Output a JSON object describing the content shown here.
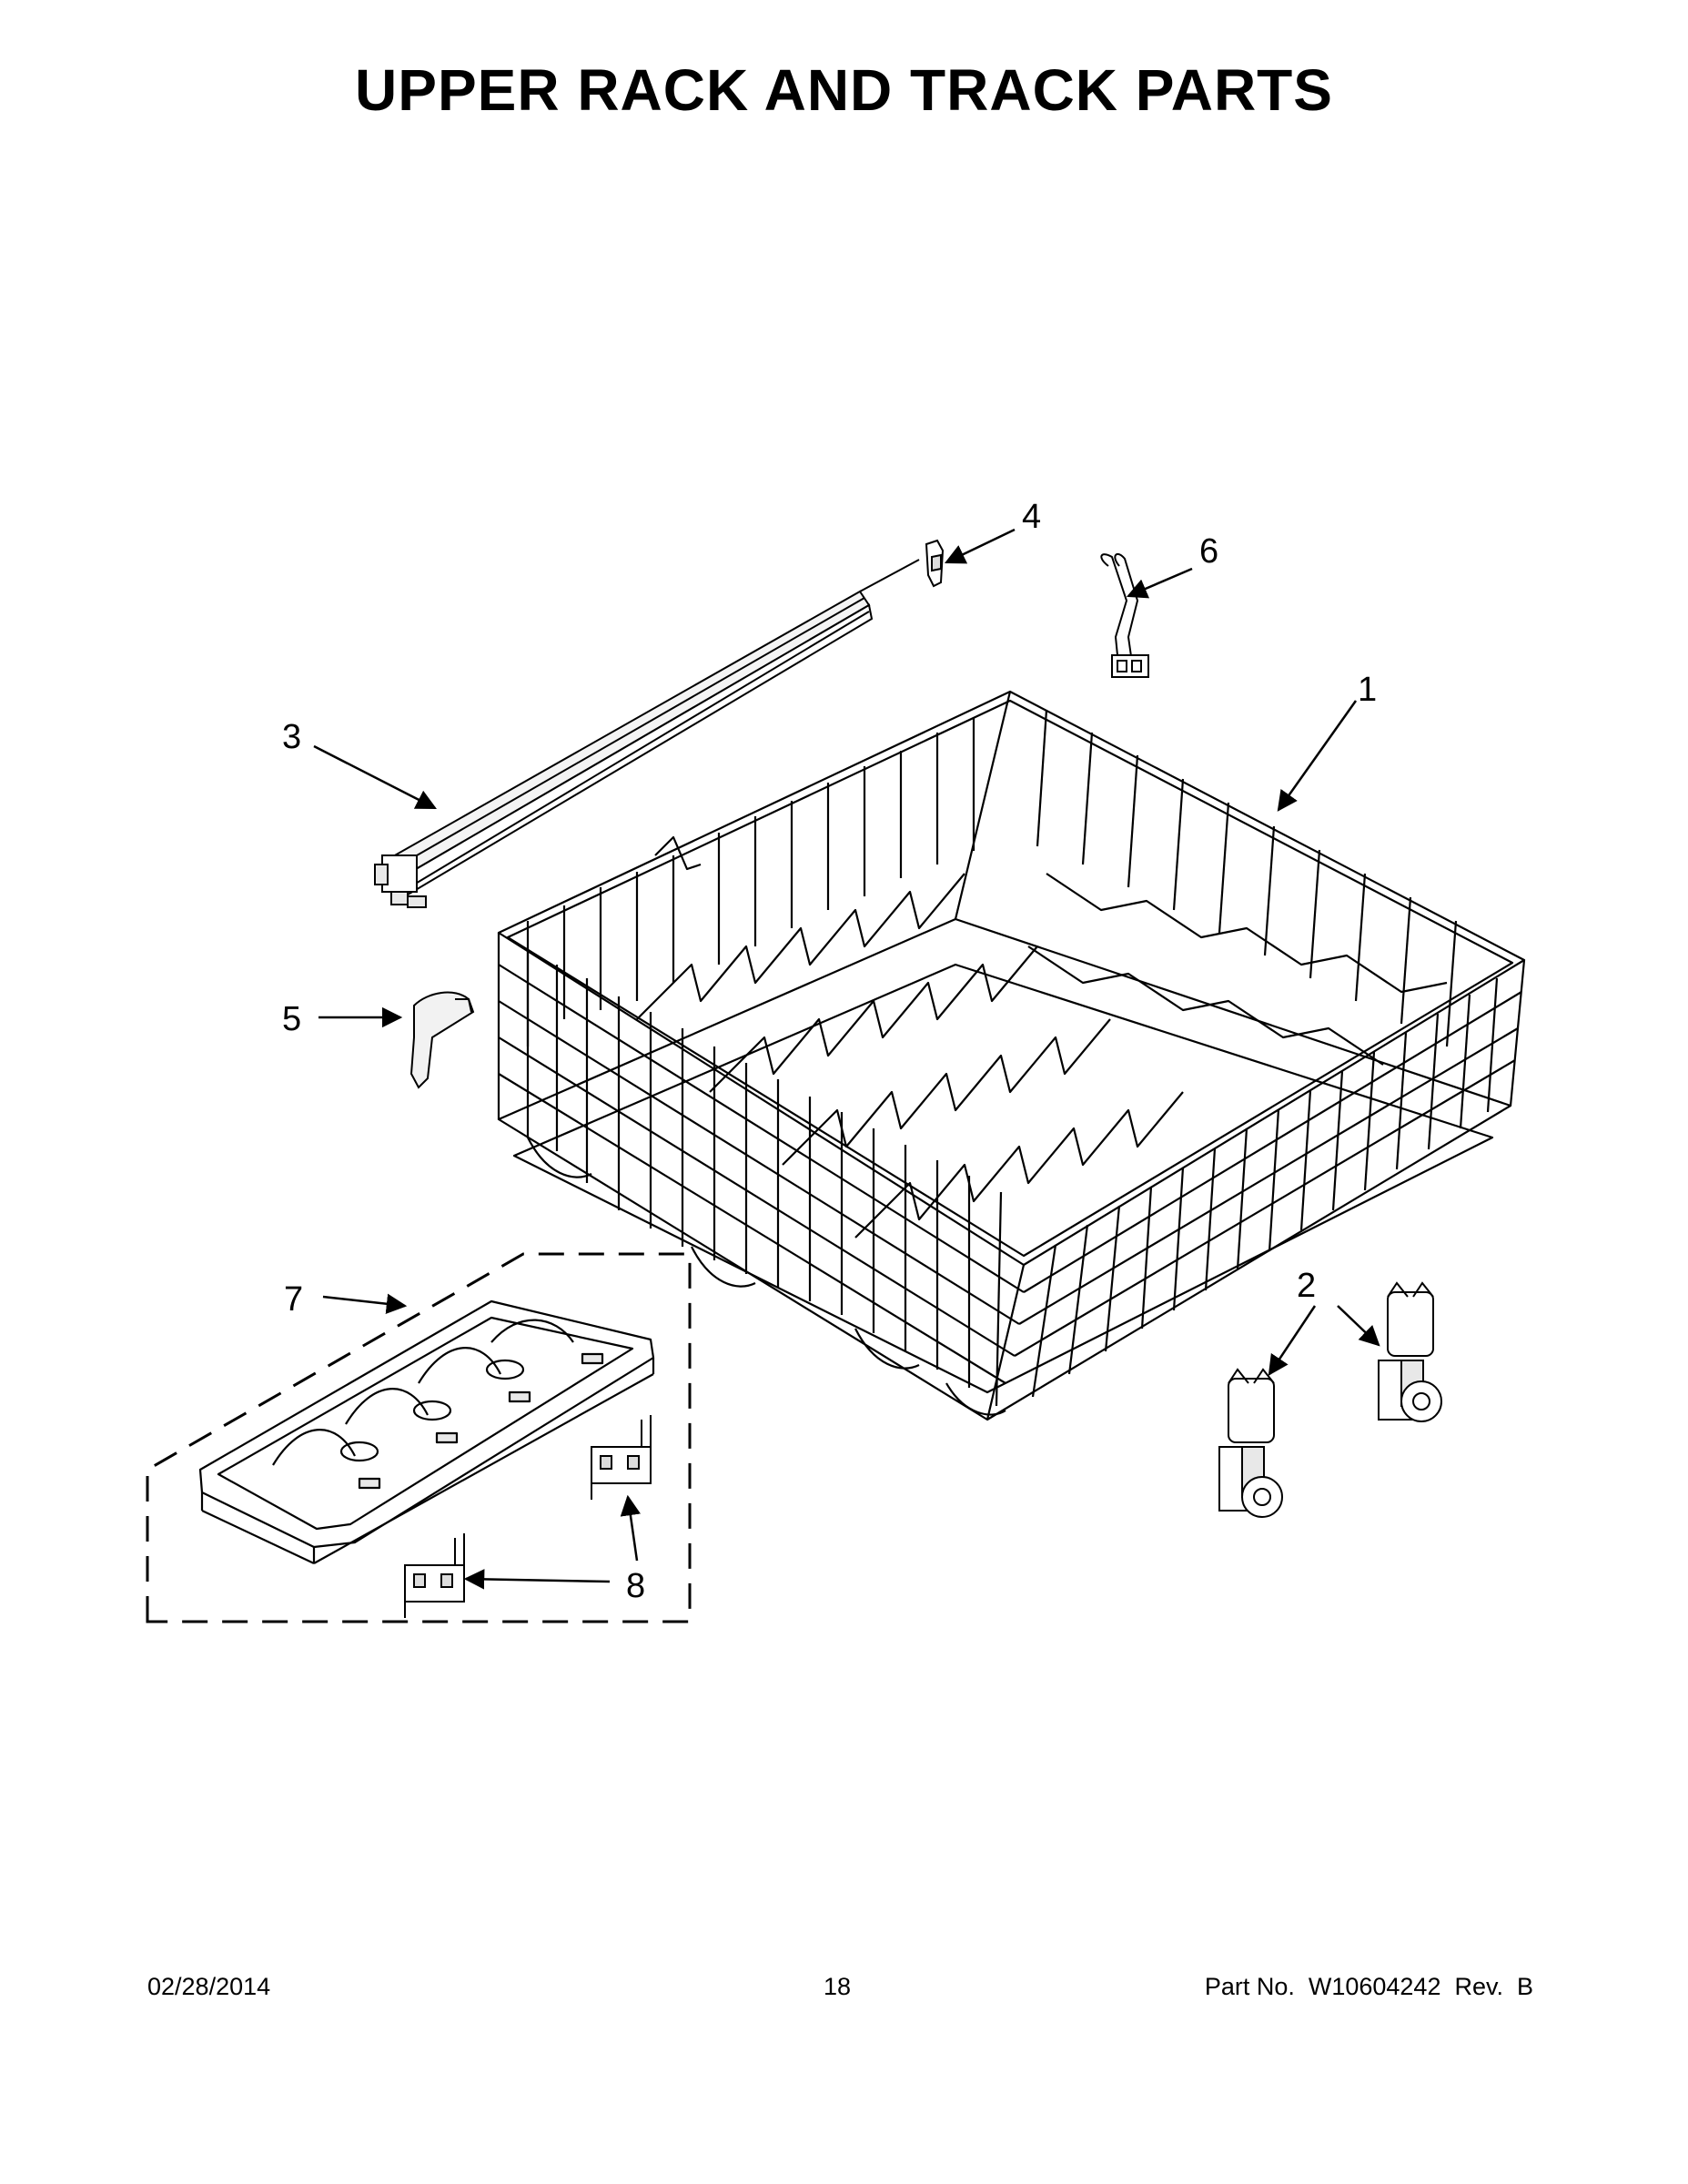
{
  "title": "UPPER RACK AND TRACK PARTS",
  "callouts": {
    "c1": "1",
    "c2": "2",
    "c3": "3",
    "c4": "4",
    "c5": "5",
    "c6": "6",
    "c7": "7",
    "c8": "8"
  },
  "footer": {
    "date": "02/28/2014",
    "page": "18",
    "part": "Part No.  W10604242  Rev.  B"
  }
}
